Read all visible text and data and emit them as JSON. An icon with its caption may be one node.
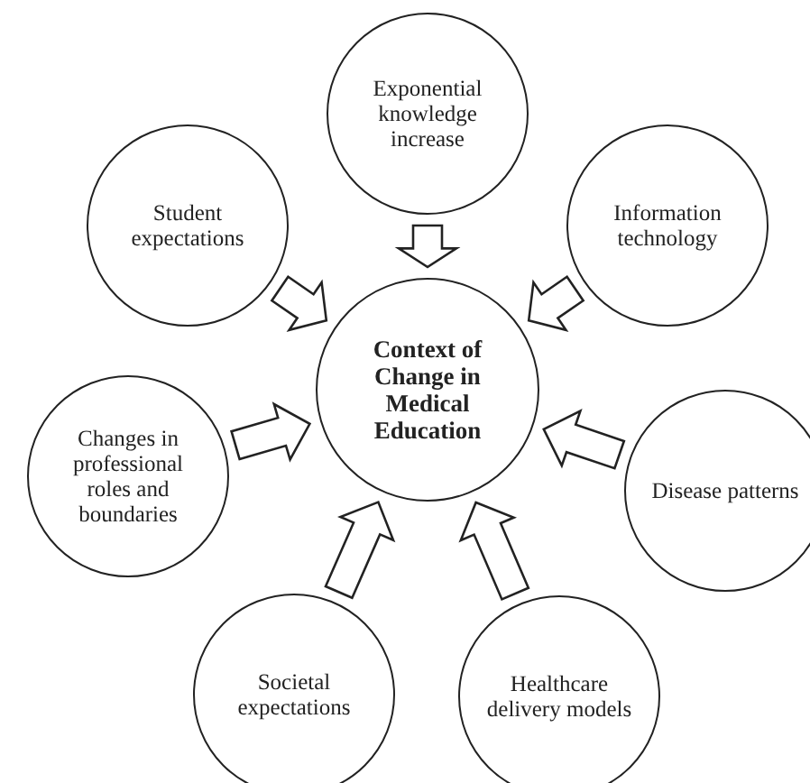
{
  "diagram": {
    "nodes": [
      {
        "text": [
          "Exponential knowledge increase"
        ]
      },
      {
        "text": [
          "Student expectations"
        ]
      },
      {
        "text": [
          "Information technology"
        ]
      },
      {
        "text": [
          "Context of Change in Medical Education"
        ]
      },
      {
        "text": [
          "Changes in professional roles and boundaries"
        ]
      },
      {
        "text": [
          "Disease patterns"
        ]
      },
      {
        "text": [
          "Societal expectations"
        ]
      },
      {
        "text": [
          "Healthcare delivery models"
        ]
      }
    ],
    "edges": [
      {
        "from": 0,
        "to": 3,
        "arrow": "to"
      },
      {
        "from": 1,
        "to": 3,
        "arrow": "to"
      },
      {
        "from": 2,
        "to": 3,
        "arrow": "to"
      },
      {
        "from": 4,
        "to": 3,
        "arrow": "to"
      },
      {
        "from": 5,
        "to": 3,
        "arrow": "to"
      },
      {
        "from": 6,
        "to": 3,
        "arrow": "to"
      },
      {
        "from": 7,
        "to": 3,
        "arrow": "to"
      }
    ]
  }
}
